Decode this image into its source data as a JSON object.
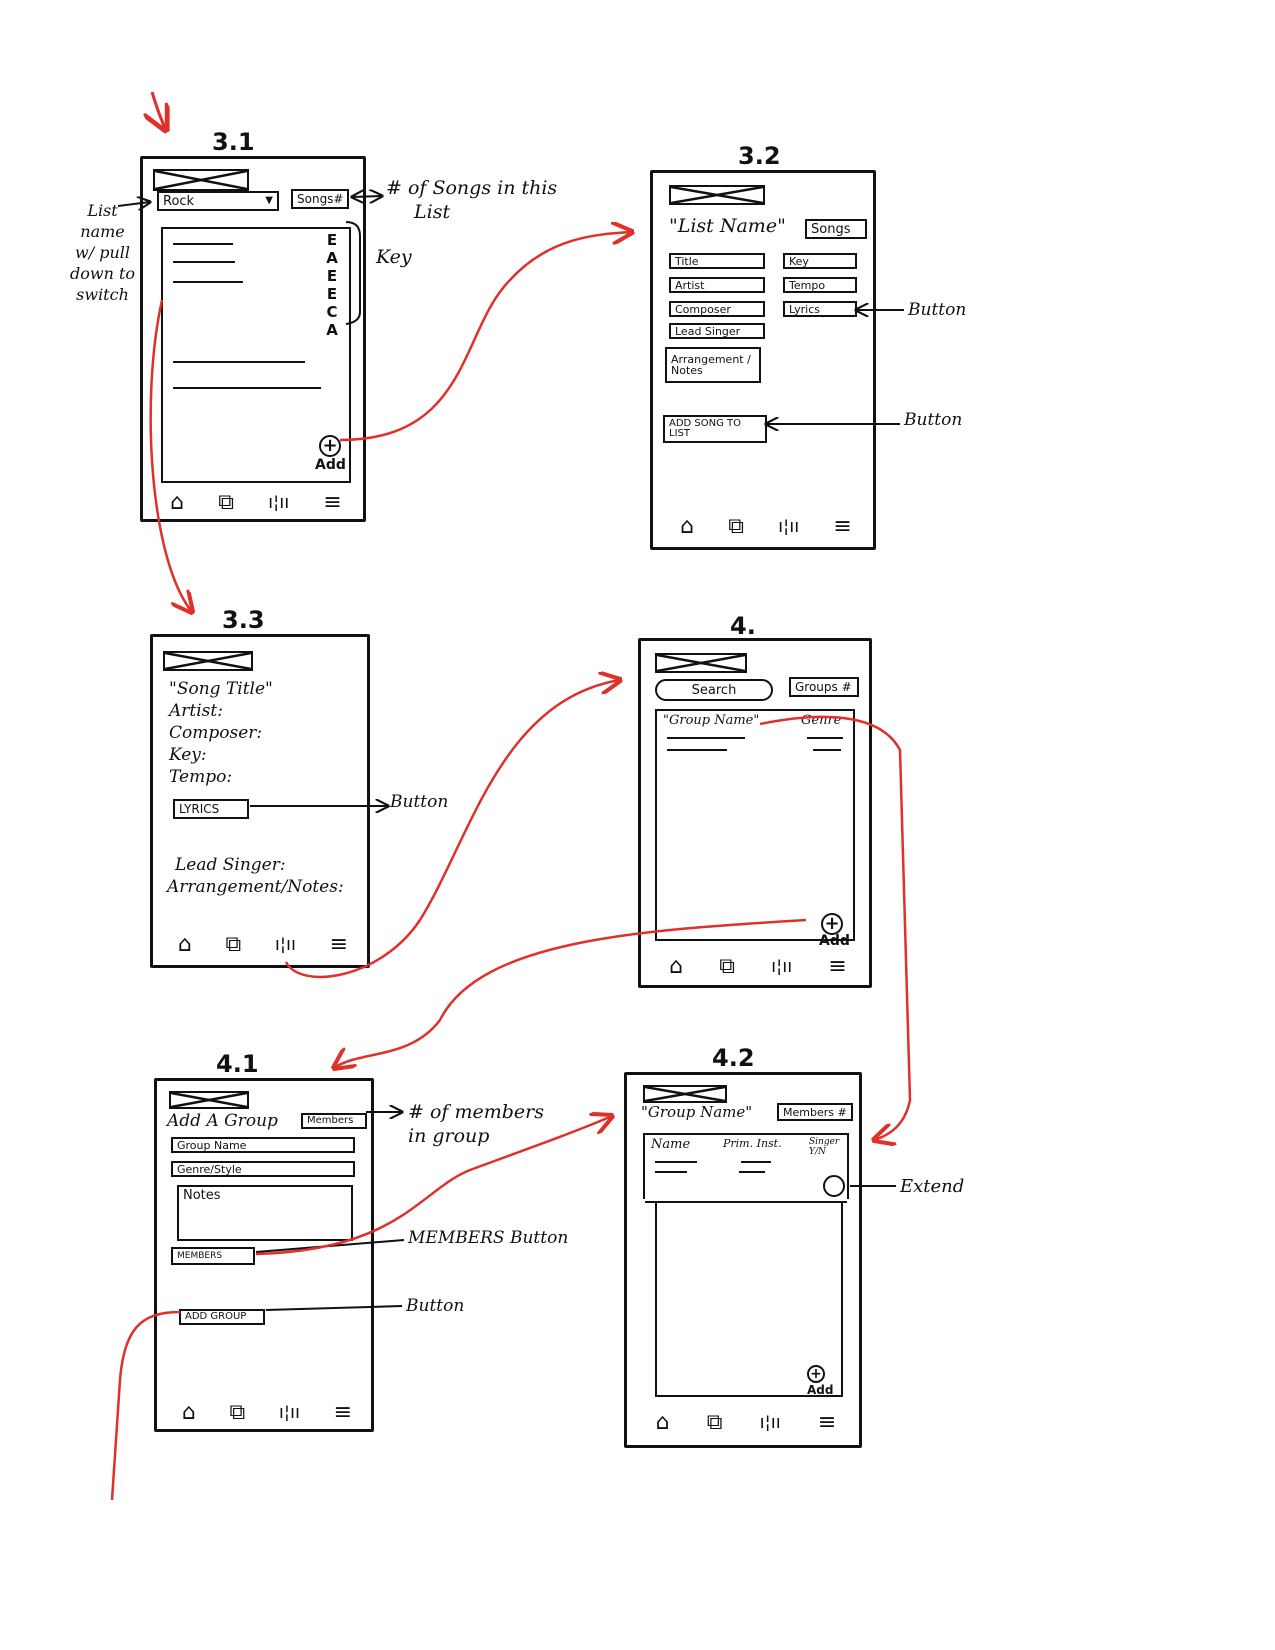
{
  "colors": {
    "ink": "#111111",
    "flow_arrow": "#e0302a"
  },
  "icons": {
    "home": "home-icon",
    "groups": "groups-icon",
    "songs": "songs-icon",
    "menu": "menu-icon",
    "add": "add-icon"
  },
  "screens": {
    "s31": {
      "title": "3.1",
      "list_select": "Rock",
      "songs_box": "Songs#",
      "key_letters": [
        "E",
        "A",
        "E",
        "E",
        "C",
        "A"
      ],
      "add_label": "Add"
    },
    "s32": {
      "title": "3.2",
      "list_name": "\"List Name\"",
      "songs_box": "Songs",
      "fields_left": [
        "Title",
        "Artist",
        "Composer",
        "Lead Singer"
      ],
      "fields_right": [
        "Key",
        "Tempo",
        "Lyrics"
      ],
      "arrangement": "Arrangement / Notes",
      "add_song": "ADD SONG TO LIST"
    },
    "s33": {
      "title": "3.3",
      "lines": [
        "\"Song Title\"",
        "Artist:",
        "Composer:",
        "Key:",
        "Tempo:"
      ],
      "lyrics_button": "LYRICS",
      "lines2": [
        "Lead Singer:",
        "Arrangement/Notes:"
      ]
    },
    "s4": {
      "title": "4.",
      "search": "Search",
      "groups_box": "Groups #",
      "col_name": "\"Group Name\"",
      "col_genre": "Genre",
      "add_label": "Add"
    },
    "s41": {
      "title": "4.1",
      "heading": "Add A Group",
      "members_box": "Members",
      "group_name": "Group Name",
      "genre": "Genre/Style",
      "notes": "Notes",
      "members_button": "MEMBERS",
      "add_group": "ADD GROUP"
    },
    "s42": {
      "title": "4.2",
      "group_name": "\"Group Name\"",
      "members_box": "Members #",
      "col_name": "Name",
      "col_inst": "Prim. Inst.",
      "col_singer": "Singer Y/N",
      "add_label": "Add"
    }
  },
  "annotations": {
    "list_name": [
      "List",
      "name",
      "w/ pull",
      "down to",
      "switch"
    ],
    "songs_count": [
      "# of Songs in this",
      "List"
    ],
    "key": "Key",
    "button": "Button",
    "members_count": [
      "# of members",
      "in group"
    ],
    "members_button": "MEMBERS Button",
    "extend": "Extend"
  }
}
